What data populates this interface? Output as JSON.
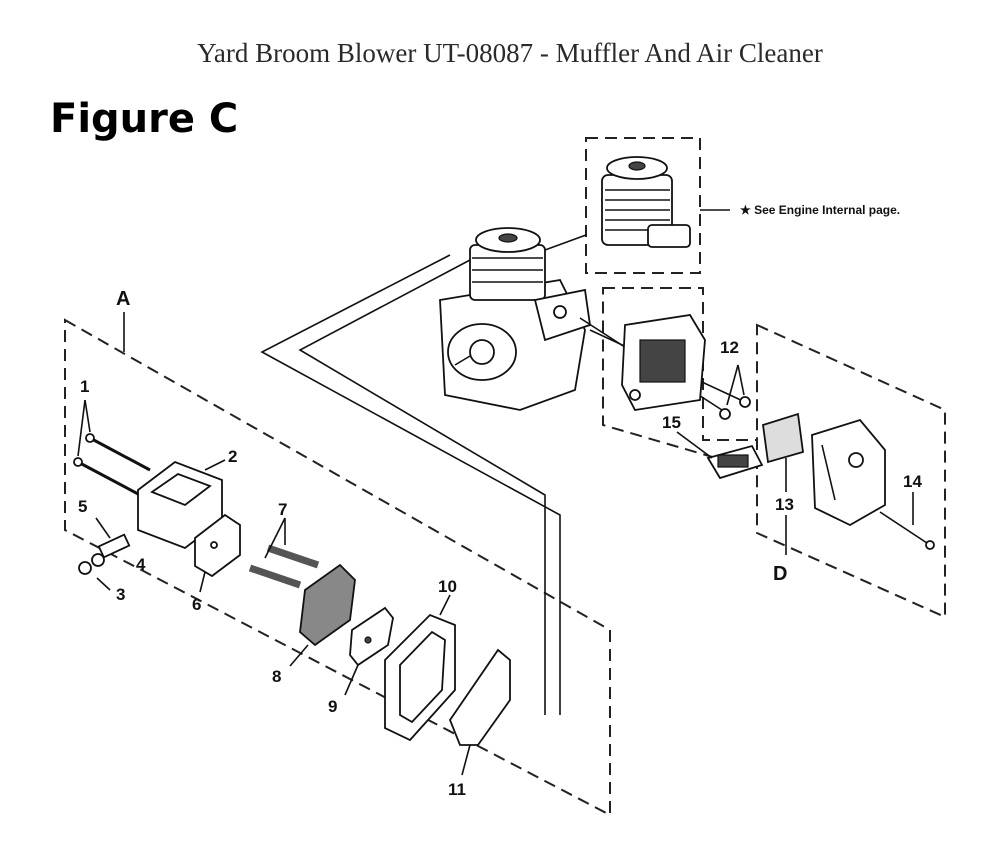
{
  "title": "Yard Broom Blower UT-08087 - Muffler And Air Cleaner",
  "figure": "Figure C",
  "note": "★ See Engine Internal page.",
  "groups": {
    "a": "A",
    "d": "D"
  },
  "callouts": [
    "1",
    "2",
    "3",
    "4",
    "5",
    "6",
    "7",
    "8",
    "9",
    "10",
    "11",
    "12",
    "13",
    "14",
    "15"
  ]
}
